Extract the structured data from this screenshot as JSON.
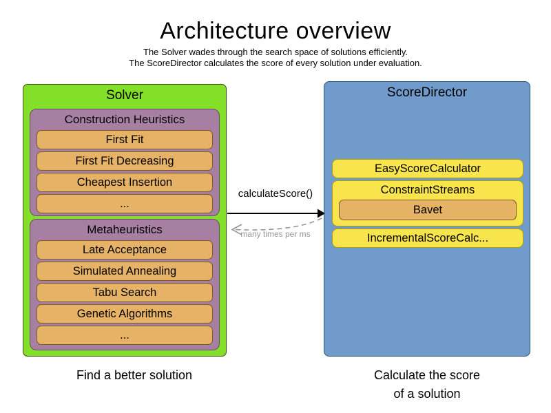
{
  "title": "Architecture overview",
  "subtitle": {
    "line1": "The Solver wades through the search space of solutions efficiently.",
    "line2": "The ScoreDirector calculates the score of every solution under evaluation."
  },
  "solver": {
    "label": "Solver",
    "caption": "Find a better solution",
    "groups": [
      {
        "label": "Construction Heuristics",
        "items": [
          "First Fit",
          "First Fit Decreasing",
          "Cheapest Insertion",
          "..."
        ]
      },
      {
        "label": "Metaheuristics",
        "items": [
          "Late Acceptance",
          "Simulated Annealing",
          "Tabu Search",
          "Genetic Algorithms",
          "..."
        ]
      }
    ]
  },
  "score_director": {
    "label": "ScoreDirector",
    "caption_line1": "Calculate the score",
    "caption_line2": "of a solution",
    "calculators": [
      {
        "label": "EasyScoreCalculator"
      },
      {
        "label": "ConstraintStreams",
        "sub_items": [
          "Bavet"
        ]
      },
      {
        "label": "IncrementalScoreCalc..."
      }
    ]
  },
  "interaction": {
    "call_label": "calculateScore()",
    "frequency_label": "many times per ms"
  },
  "colors": {
    "solver_bg": "#84df29",
    "solver_border": "#3f4d1a",
    "group_bg": "#a77fa3",
    "group_border": "#6b4a6e",
    "item_bg": "#e6b266",
    "item_border": "#7d5a1e",
    "score_bg": "#6f9aca",
    "score_border": "#2b567f",
    "calc_bg": "#f8e44c",
    "calc_border": "#b3a000",
    "arrow_solid": "#000000",
    "arrow_dashed": "#969696"
  }
}
